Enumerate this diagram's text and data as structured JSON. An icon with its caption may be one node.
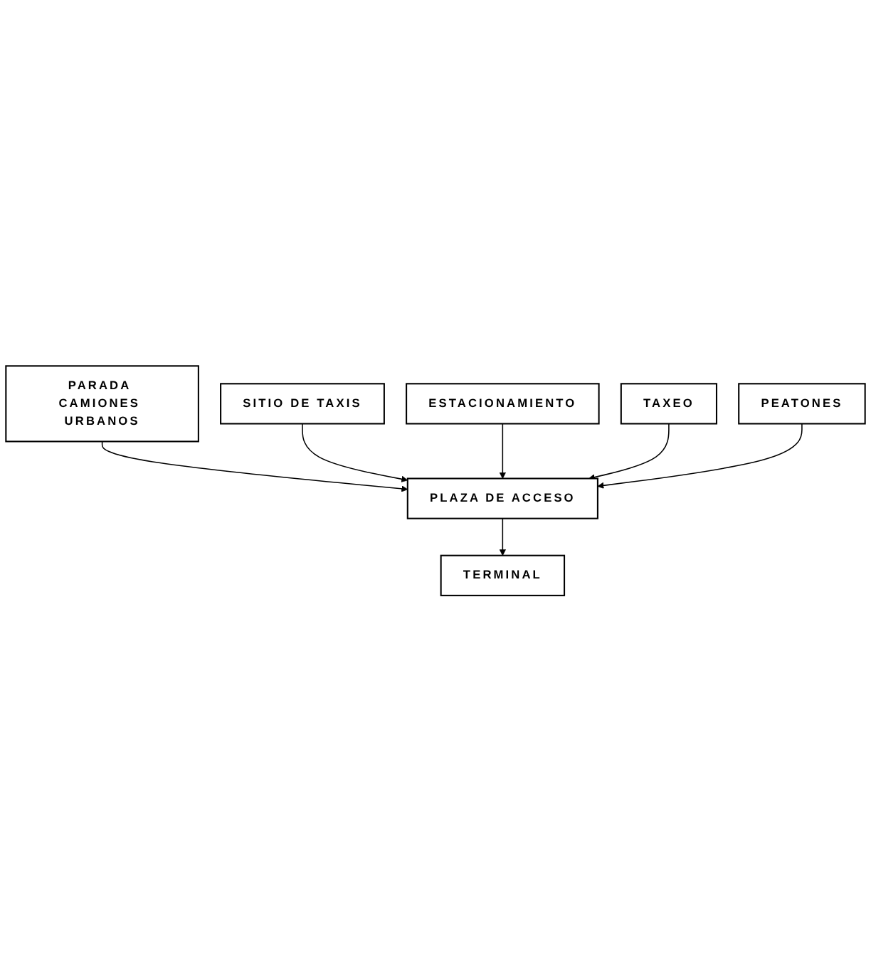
{
  "diagram": {
    "nodes": [
      {
        "text": [
          "PARADA CAMIONES URBANOS"
        ]
      },
      {
        "text": [
          "SITIO DE TAXIS"
        ]
      },
      {
        "text": [
          "ESTACIONAMIENTO"
        ]
      },
      {
        "text": [
          "TAXEO"
        ]
      },
      {
        "text": [
          "PEATONES"
        ]
      },
      {
        "text": [
          "PLAZA DE ACCESO"
        ]
      },
      {
        "text": [
          "TERMINAL"
        ]
      }
    ],
    "edges": [
      {
        "from": 0,
        "to": 5,
        "arrow": "to"
      },
      {
        "from": 1,
        "to": 5,
        "arrow": "to"
      },
      {
        "from": 2,
        "to": 5,
        "arrow": "to"
      },
      {
        "from": 3,
        "to": 5,
        "arrow": "to"
      },
      {
        "from": 4,
        "to": 5,
        "arrow": "to"
      },
      {
        "from": 5,
        "to": 6,
        "arrow": "to"
      }
    ]
  }
}
